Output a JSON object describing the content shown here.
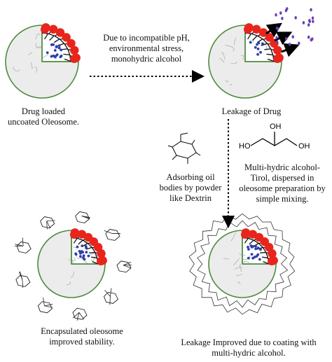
{
  "panels": {
    "top_left": {
      "caption_line1": "Drug loaded",
      "caption_line2": "uncoated Oleosome."
    },
    "top_right": {
      "caption": "Leakage of Drug"
    },
    "bottom_left": {
      "caption_line1": "Encapsulated oleosome",
      "caption_line2": "improved stability."
    },
    "bottom_right": {
      "caption_line1": "Leakage Improved due to coating with",
      "caption_line2": "multi-hydric alcohol."
    }
  },
  "arrows": {
    "horizontal_text": [
      "Due to incompatible pH,",
      "environmental stress,",
      "monohydric alcohol"
    ],
    "dextrin_text": [
      "Adsorbing oil",
      "bodies by powder",
      "like Dextrin"
    ],
    "alcohol_text": [
      "Multi-hydric alcohol-",
      "Tirol, dispersed in",
      "oleosome preparation by",
      "simple mixing."
    ]
  },
  "glycerol": {
    "left_group": "HO",
    "top_group": "OH",
    "right_group": "OH"
  },
  "colors": {
    "red_bead": "#e8251c",
    "drug_dot": "#2c3fae",
    "leaked_dot": "#6a3fb5",
    "outline": "#4f8a3c",
    "marble_base": "#ececec",
    "marble_vein": "#bdbdbd"
  }
}
